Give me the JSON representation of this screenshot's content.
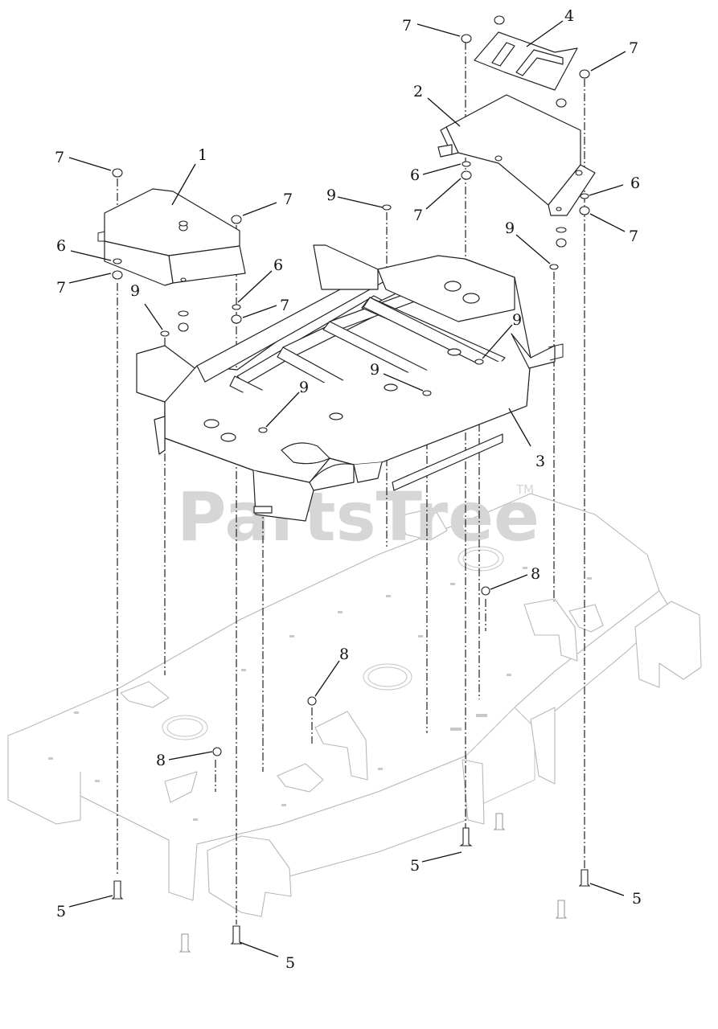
{
  "watermark": {
    "text": "PartsTree",
    "trademark": "TM"
  },
  "callouts": [
    {
      "id": "c1",
      "label": "1"
    },
    {
      "id": "c2",
      "label": "2"
    },
    {
      "id": "c3",
      "label": "3"
    },
    {
      "id": "c4",
      "label": "4"
    },
    {
      "id": "c5a",
      "label": "5"
    },
    {
      "id": "c5b",
      "label": "5"
    },
    {
      "id": "c5c",
      "label": "5"
    },
    {
      "id": "c5d",
      "label": "5"
    },
    {
      "id": "c6a",
      "label": "6"
    },
    {
      "id": "c6b",
      "label": "6"
    },
    {
      "id": "c6c",
      "label": "6"
    },
    {
      "id": "c6d",
      "label": "6"
    },
    {
      "id": "c7a",
      "label": "7"
    },
    {
      "id": "c7b",
      "label": "7"
    },
    {
      "id": "c7c",
      "label": "7"
    },
    {
      "id": "c7d",
      "label": "7"
    },
    {
      "id": "c7e",
      "label": "7"
    },
    {
      "id": "c7f",
      "label": "7"
    },
    {
      "id": "c7g",
      "label": "7"
    },
    {
      "id": "c7h",
      "label": "7"
    },
    {
      "id": "c8a",
      "label": "8"
    },
    {
      "id": "c8b",
      "label": "8"
    },
    {
      "id": "c8c",
      "label": "8"
    },
    {
      "id": "c9a",
      "label": "9"
    },
    {
      "id": "c9b",
      "label": "9"
    },
    {
      "id": "c9c",
      "label": "9"
    },
    {
      "id": "c9d",
      "label": "9"
    },
    {
      "id": "c9e",
      "label": "9"
    },
    {
      "id": "c9f",
      "label": "9"
    }
  ]
}
